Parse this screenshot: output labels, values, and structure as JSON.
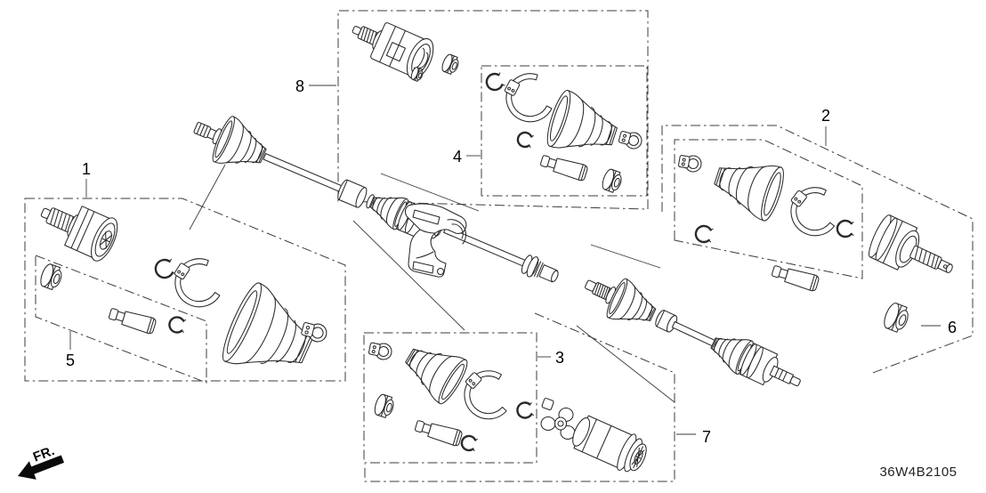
{
  "diagram": {
    "code": "36W4B2105",
    "front_label": "FR.",
    "ink": "#2a2a2a",
    "box_line": "#3c3c3c",
    "background": "#ffffff",
    "callouts": [
      {
        "label": "1"
      },
      {
        "label": "2"
      },
      {
        "label": "3"
      },
      {
        "label": "4"
      },
      {
        "label": "5"
      },
      {
        "label": "6"
      },
      {
        "label": "7"
      },
      {
        "label": "8"
      }
    ]
  }
}
